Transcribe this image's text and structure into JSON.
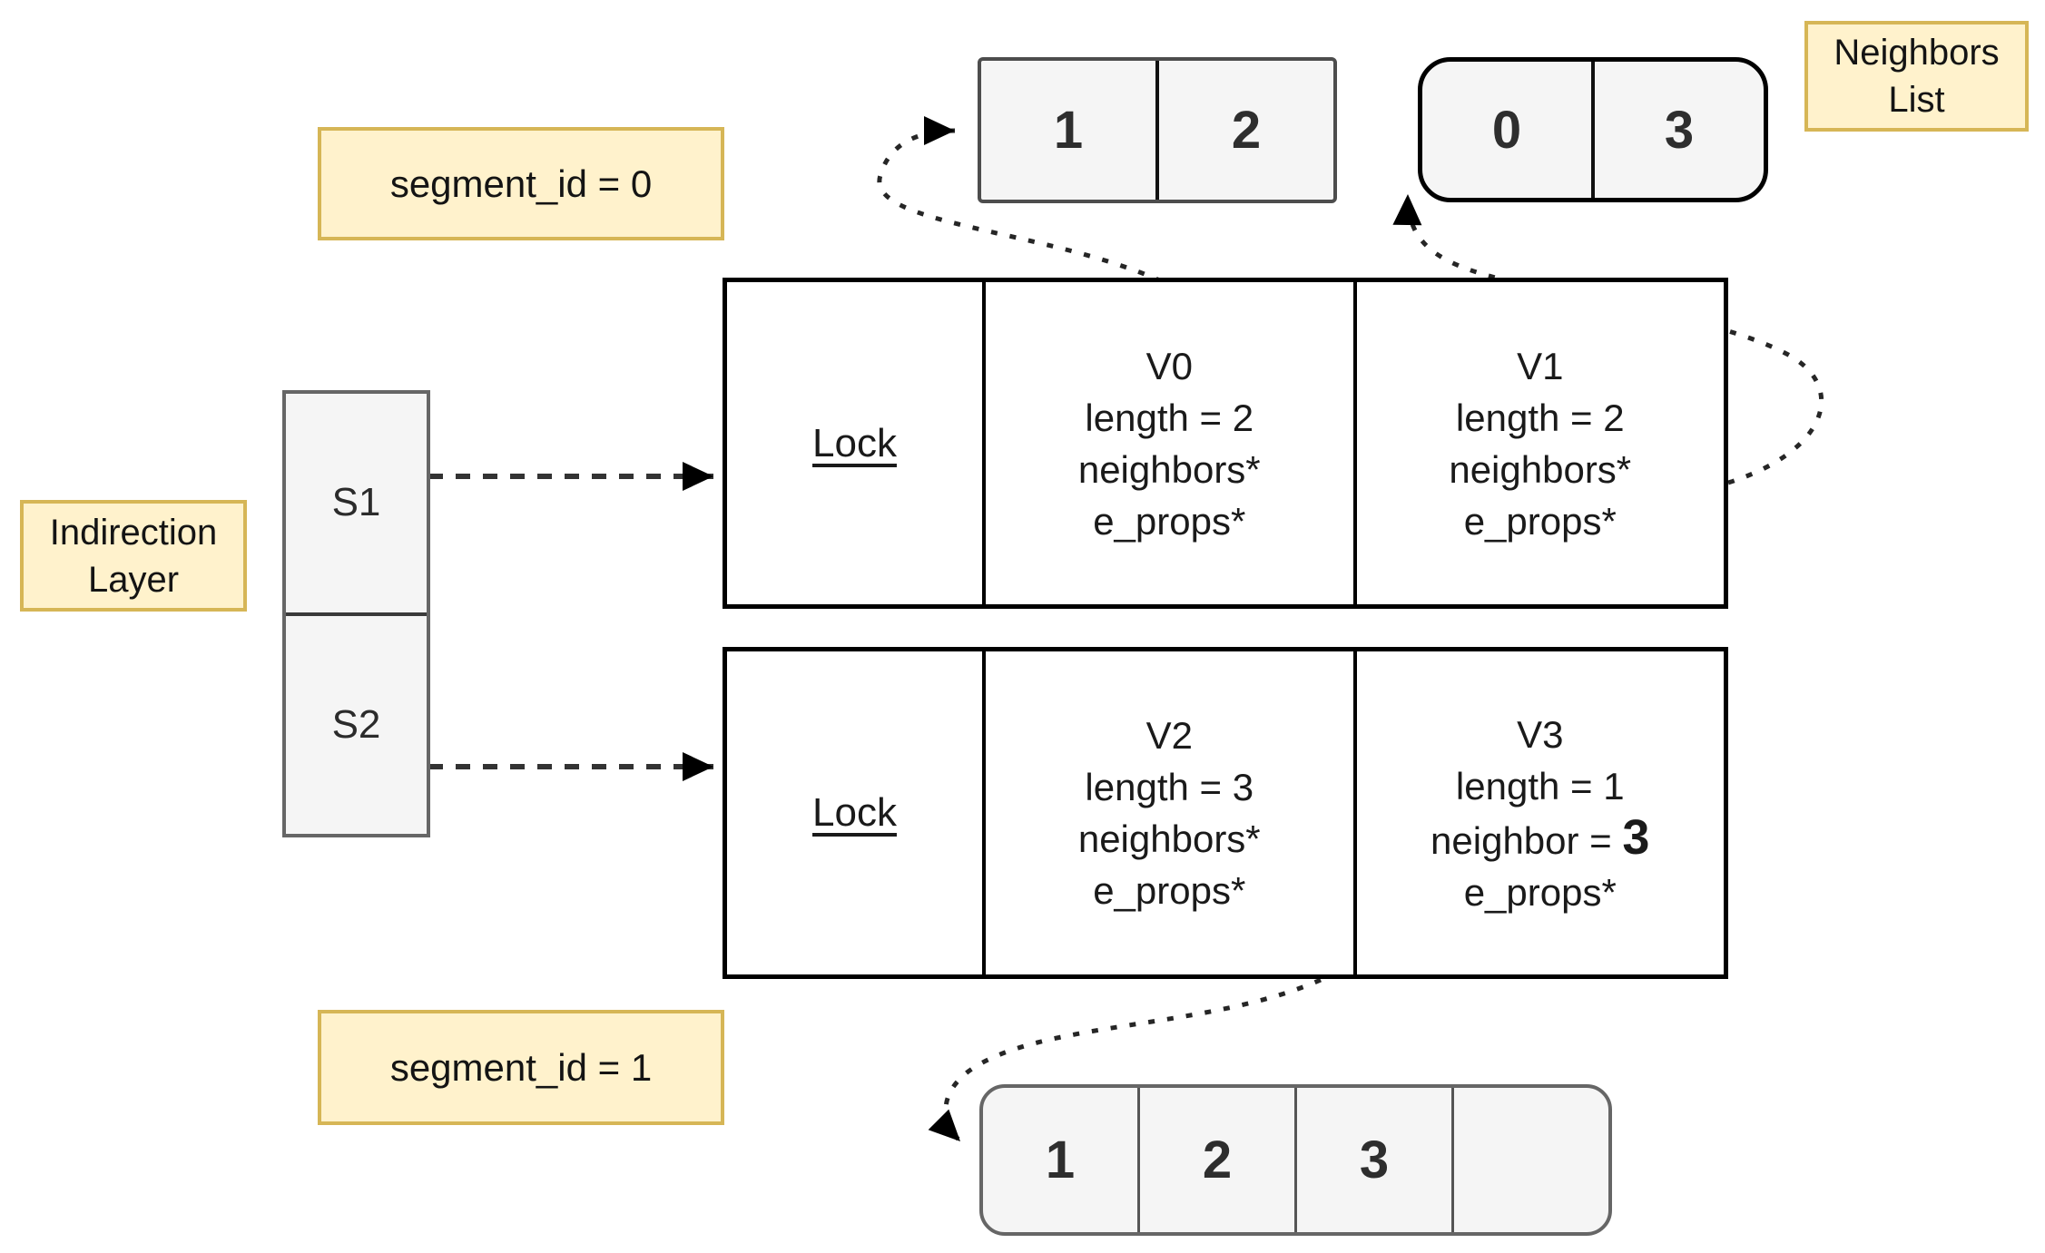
{
  "colors": {
    "label_fill": "#FFF2CC",
    "label_border": "#D6B656",
    "box_fill": "#F5F5F5",
    "box_border": "#666666",
    "line_color": "#000000"
  },
  "annotations": {
    "neighbors_list": {
      "line1": "Neighbors",
      "line2": "List"
    },
    "indirection_layer": {
      "line1": "Indirection",
      "line2": "Layer"
    },
    "segment_id_0": "segment_id = 0",
    "segment_id_1": "segment_id = 1"
  },
  "indirection_layer": {
    "slots": [
      {
        "label": "S1"
      },
      {
        "label": "S2"
      }
    ]
  },
  "neighbors_lists": {
    "list_a": {
      "cells": [
        "1",
        "2"
      ]
    },
    "list_b": {
      "cells": [
        "0",
        "3"
      ]
    },
    "list_c": {
      "cells": [
        "1",
        "2",
        "3",
        ""
      ]
    }
  },
  "segment0": {
    "lock": "Lock",
    "v0": {
      "name": "V0",
      "l1": "length = 2",
      "l2": "neighbors*",
      "l3": "e_props*"
    },
    "v1": {
      "name": "V1",
      "l1": "length = 2",
      "l2": "neighbors*",
      "l3": "e_props*"
    }
  },
  "segment1": {
    "lock": "Lock",
    "v2": {
      "name": "V2",
      "l1": "length = 3",
      "l2": "neighbors*",
      "l3": "e_props*"
    },
    "v3": {
      "name": "V3",
      "l1": "length = 1",
      "l2_prefix": "neighbor = ",
      "l2_value": "3",
      "l3": "e_props*"
    }
  }
}
